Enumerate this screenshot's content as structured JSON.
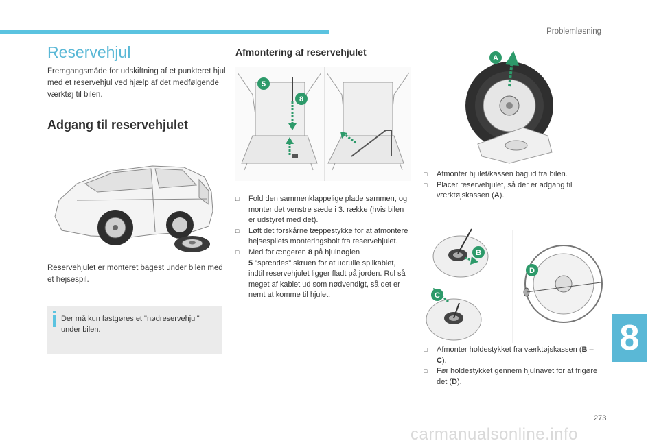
{
  "header": {
    "section": "Problemløsning"
  },
  "left": {
    "title": "Reservehjul",
    "intro": "Fremgangsmåde for udskiftning af et punkteret hjul med et reservehjul ved hjælp af det medfølgende værktøj til bilen.",
    "access_title": "Adgang til reservehjulet",
    "car_caption": "Reservehjulet er monteret bagest under bilen med et hejsespil.",
    "note": "Der må kun fastgøres et \"nødreservehjul\" under bilen."
  },
  "middle": {
    "title": "Afmontering af reservehjulet",
    "fig_labels": {
      "five": "5",
      "eight": "8"
    },
    "steps": [
      "Fold den sammenklappelige plade sammen, og monter det venstre sæde i 3. række (hvis bilen er udstyret med det).",
      "Løft det forskårne tæppestykke for at afmontere hejsespilets monteringsbolt fra reservehjulet."
    ],
    "step3": {
      "a": "Med forlængeren ",
      "b": "8",
      "c": " på hjulnøglen ",
      "d": "5",
      "e": " \"spændes\" skruen for at udrulle spilkablet, indtil reservehjulet ligger fladt på jorden. Rul så meget af kablet ud som nødvendigt, så det er nemt at komme til hjulet."
    }
  },
  "right": {
    "fig_label_a": "A",
    "steps_top": [
      " Afmonter hjulet/kassen bagud fra bilen."
    ],
    "step_top2": {
      "a": "Placer reservehjulet, så der er adgang til værktøjskassen (",
      "b": "A",
      "c": ")."
    },
    "fig_labels": {
      "b": "B",
      "c": "C",
      "d": "D"
    },
    "step_bottom1": {
      "a": "Afmonter holdestykket fra værktøjskassen (",
      "b": "B",
      "sep": " – ",
      "c": "C",
      "d": ")."
    },
    "step_bottom2": {
      "a": "Før holdestykket gennem hjulnavet for at frigøre det (",
      "b": "D",
      "c": ")."
    }
  },
  "chapter_number": "8",
  "page_number": "273",
  "watermark": "carmanualsonline.info"
}
